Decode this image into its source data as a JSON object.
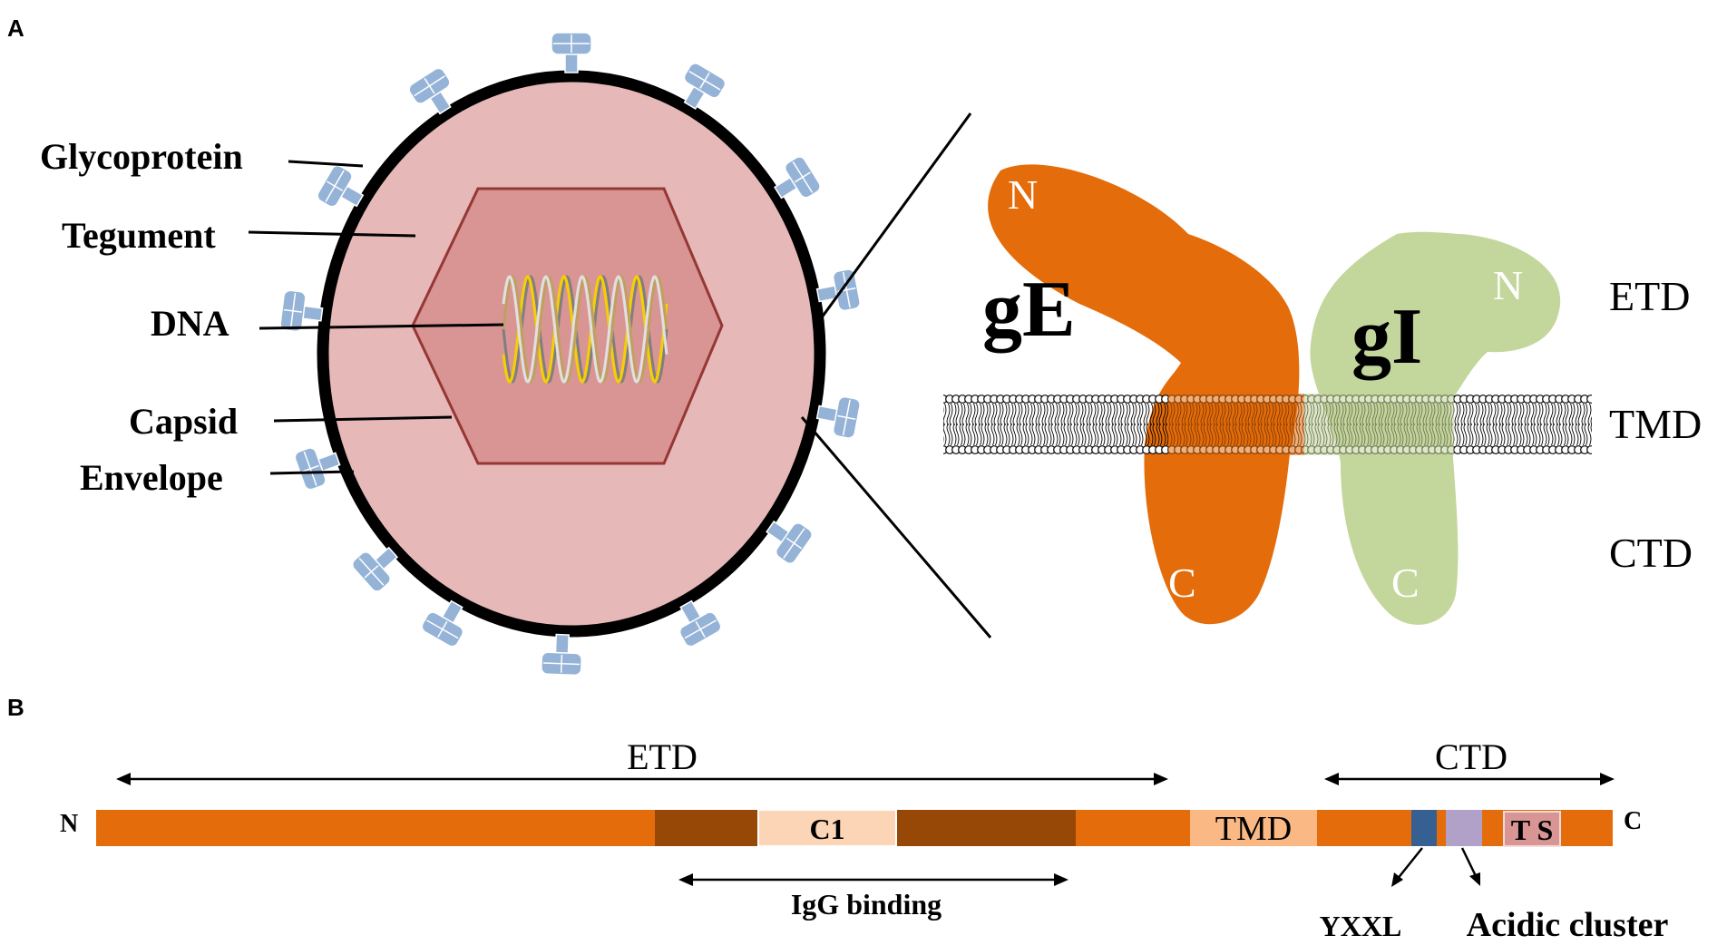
{
  "panels": {
    "a": "A",
    "b": "B"
  },
  "virion": {
    "labels": {
      "glycoprotein": "Glycoprotein",
      "tegument": "Tegument",
      "dna": "DNA",
      "capsid": "Capsid",
      "envelope": "Envelope"
    }
  },
  "complex": {
    "ge_label": "gE",
    "gi_label": "gI",
    "ge_n": "N",
    "ge_c": "C",
    "gi_n": "N",
    "gi_c": "C",
    "domains": {
      "etd": "ETD",
      "tmd": "TMD",
      "ctd": "CTD"
    }
  },
  "linear": {
    "n_end": "N",
    "c_end": "C",
    "etd": "ETD",
    "ctd": "CTD",
    "c1": "C1",
    "tmd": "TMD",
    "ts": "T S",
    "igg_binding": "IgG binding",
    "yxxl": "YXXL",
    "acidic_cluster": "Acidic cluster"
  },
  "colors": {
    "ge_orange": "#e46c0a",
    "gi_green": "#c3d69b",
    "tegument": "#e6b9b8",
    "capsid": "#d99594",
    "capsid_edge": "#953735",
    "envelope": "#000000",
    "glycoprotein": "#95b3d7",
    "igg_dark": "#974806",
    "c1_fill": "#fbd5b5",
    "yxxl_fill": "#366092",
    "acidic_fill": "#b1a0c7",
    "ts_fill": "#d99594"
  }
}
